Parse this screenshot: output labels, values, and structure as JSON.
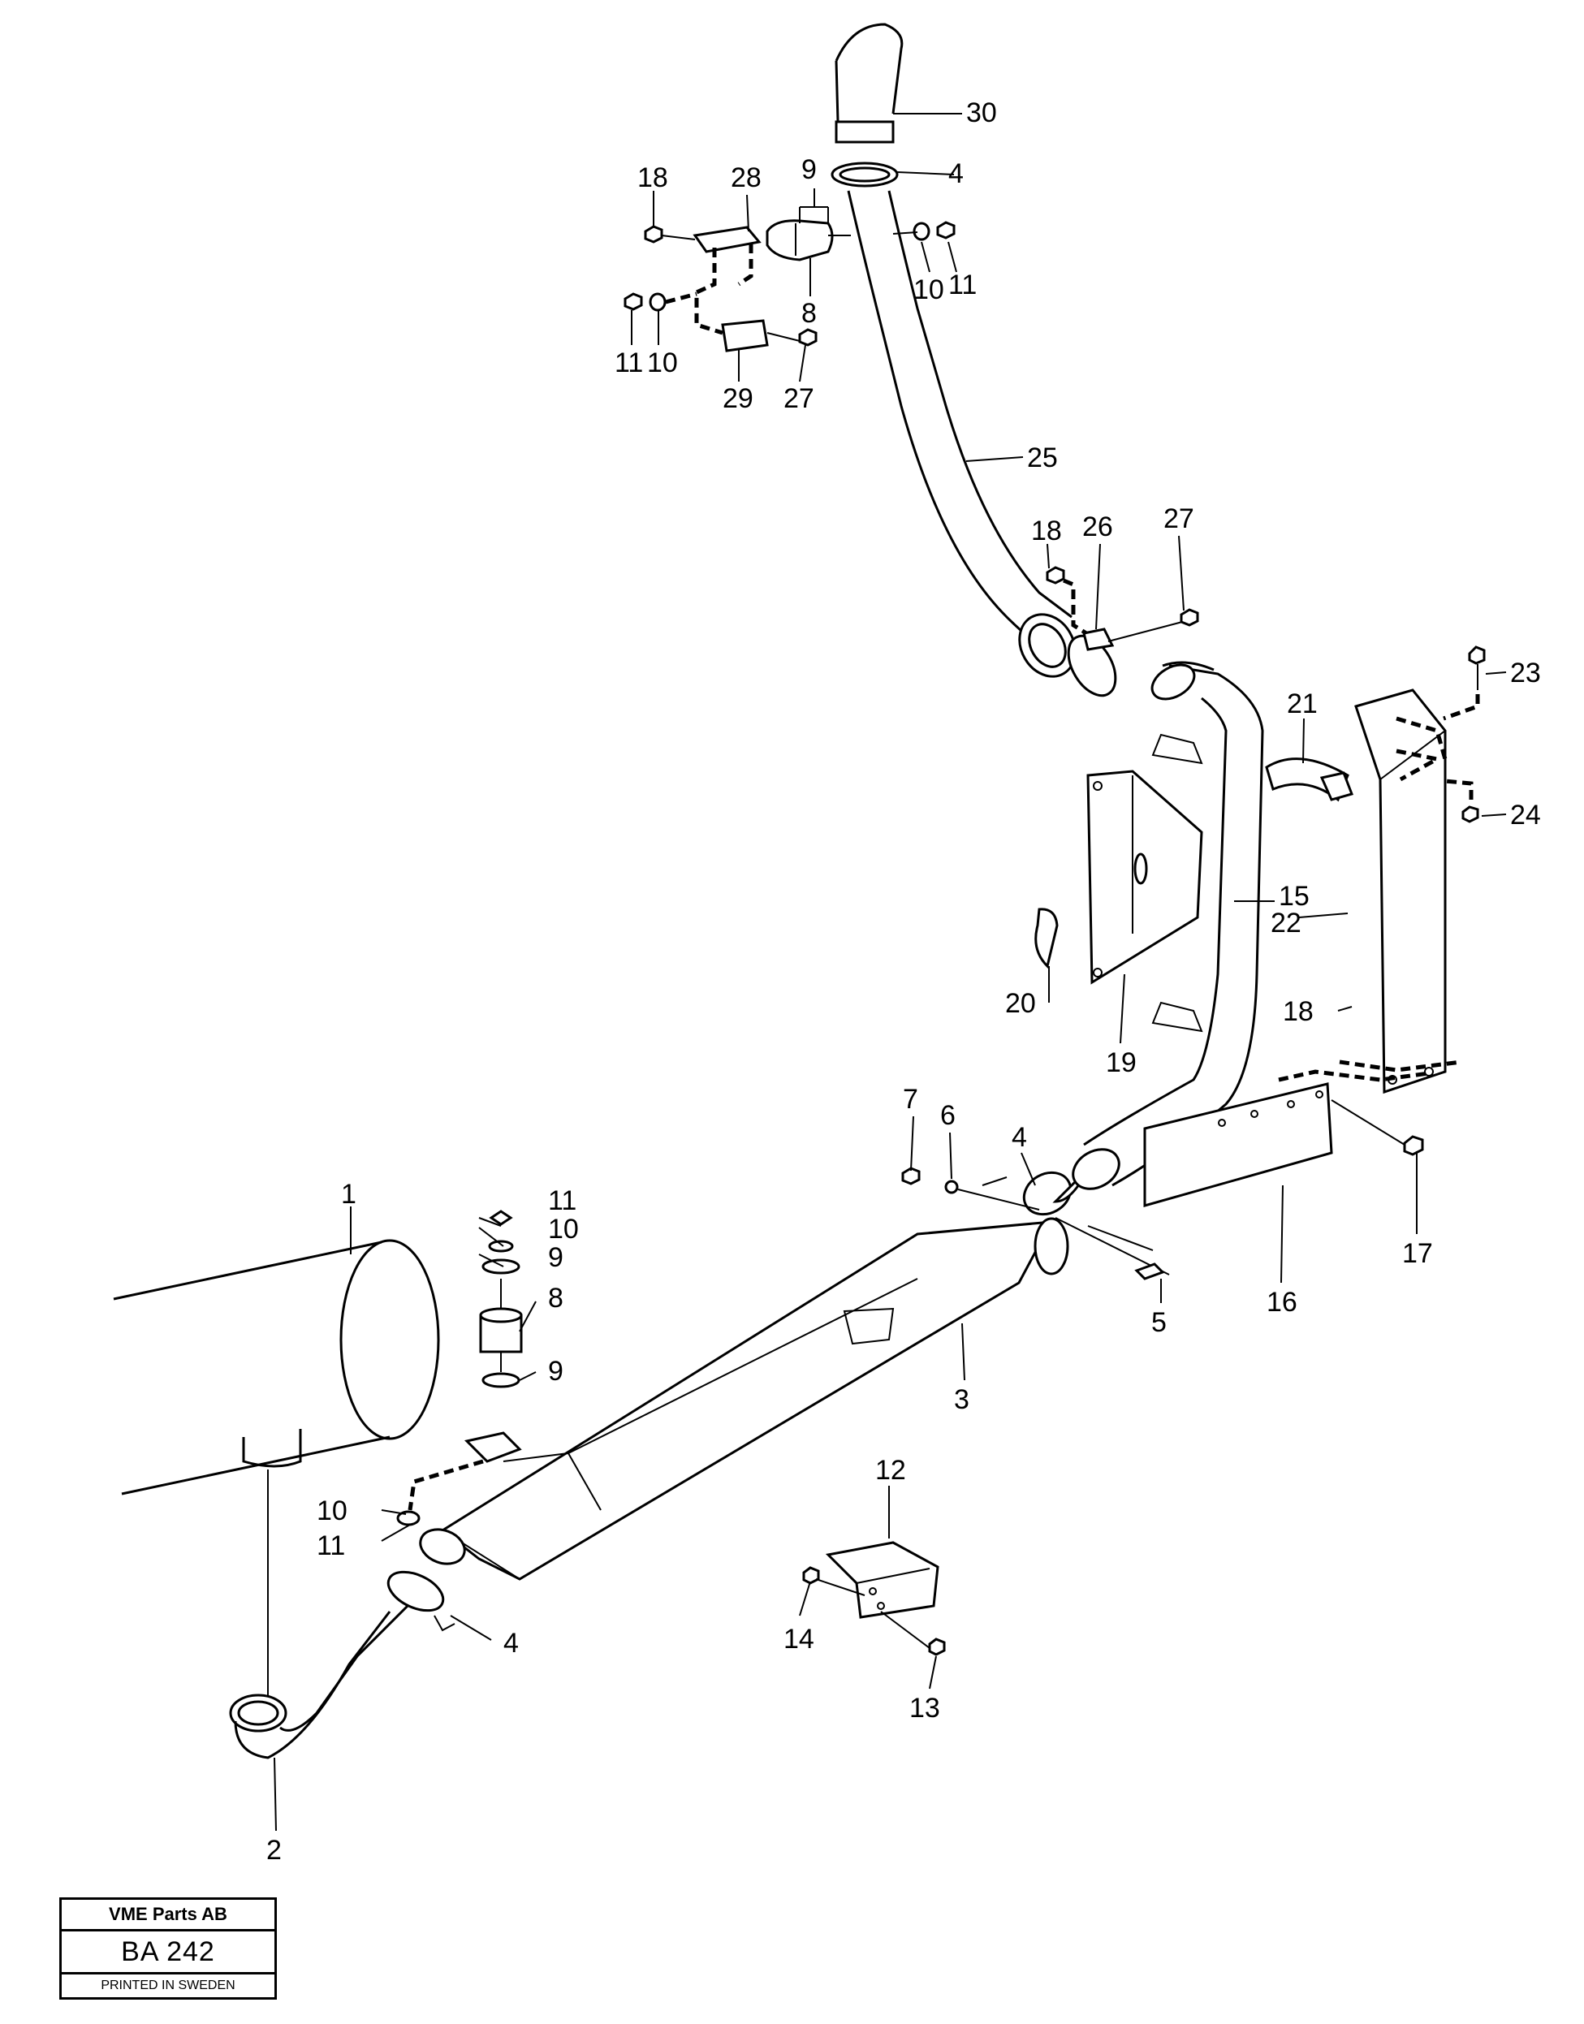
{
  "callouts": [
    "1",
    "2",
    "3",
    "4",
    "5",
    "6",
    "7",
    "8",
    "9",
    "10",
    "11",
    "12",
    "13",
    "14",
    "15",
    "16",
    "17",
    "18",
    "19",
    "20",
    "21",
    "22",
    "23",
    "24",
    "25",
    "26",
    "27",
    "28",
    "29",
    "30"
  ],
  "stamp": {
    "company": "VME Parts AB",
    "code": "BA 242",
    "printed": "PRINTED IN SWEDEN"
  }
}
